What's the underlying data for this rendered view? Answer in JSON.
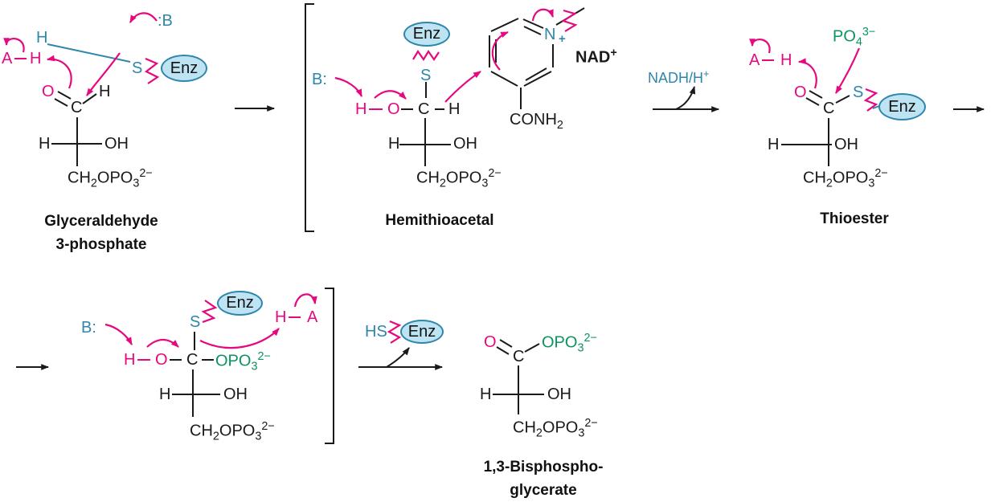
{
  "palette": {
    "magenta": "#e5087f",
    "teal": "#2e86ab",
    "green": "#0a945e",
    "ink": "#1a1a1a",
    "enzyme_fill": "#bee3f2",
    "enzyme_border": "#2e86ab"
  },
  "atoms": {
    "a": "A",
    "h": "H",
    "o": "O",
    "c": "C",
    "s": "S",
    "n": "N",
    "plus": "+",
    "oh": "OH",
    "hs": "HS",
    "b_colon_left": ":B",
    "b_colon_right": "B:",
    "enz": "Enz",
    "phosphate_tail": "CH_2_OPO_3_^2−^",
    "phosphate_group": "OPO_3_^2−^",
    "free_phosphate": "PO_4_^3−^",
    "amide": "CONH_2_"
  },
  "labels": {
    "glyceraldehyde": [
      "Glyceraldehyde",
      "3-phosphate"
    ],
    "hemithioacetal": "Hemithioacetal",
    "thioester": "Thioester",
    "bisphosphoglycerate": [
      "1,3-Bisphospho-",
      "glycerate"
    ],
    "nad": "NAD^+^",
    "nadh": "NADH/H^+^"
  }
}
